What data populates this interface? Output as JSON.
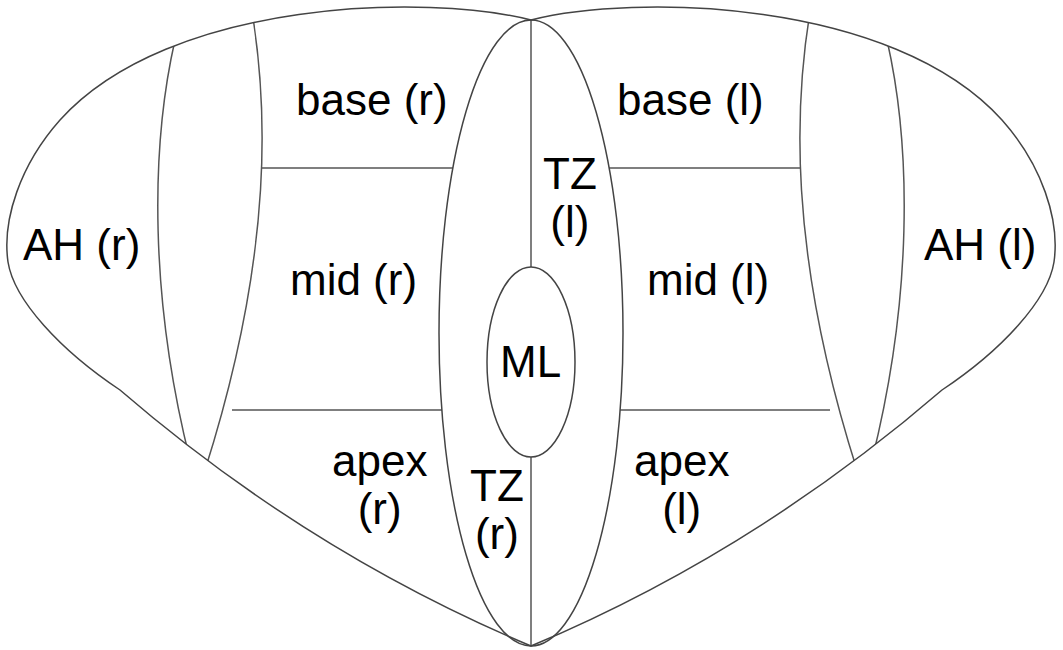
{
  "diagram": {
    "labels": [
      "base (r)",
      "base (l)",
      "AH (r)",
      "TZ (l)",
      "AH (l)",
      "mid (r)",
      "ML",
      "mid (l)",
      "apex (r)",
      "TZ (r)",
      "apex (l)"
    ]
  }
}
